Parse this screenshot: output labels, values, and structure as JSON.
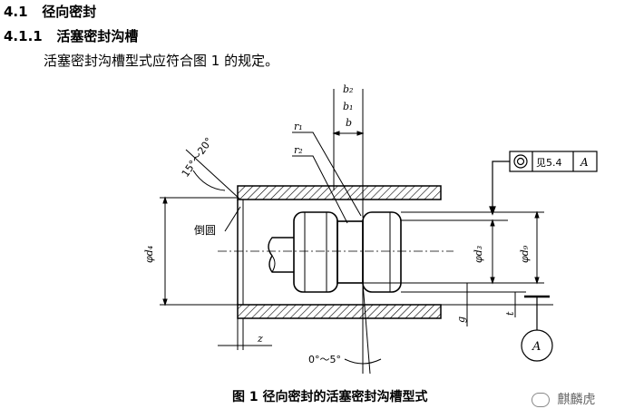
{
  "headings": {
    "h1_num": "4.1",
    "h1_title": "径向密封",
    "h2_num": "4.1.1",
    "h2_title": "活塞密封沟槽"
  },
  "paragraph": "活塞密封沟槽型式应符合图 1 的规定。",
  "figure": {
    "caption": "图 1  径向密封的活塞密封沟槽型式",
    "labels": {
      "b2": "b₂",
      "b1": "b₁",
      "b": "b",
      "r1": "r₁",
      "r2": "r₂",
      "angle_top": "15°～20°",
      "chamfer": "倒圆",
      "d4": "φd₄",
      "d3": "φd₃",
      "d9": "φd₉",
      "g": "g",
      "t": "t",
      "z": "z",
      "angle_bottom": "0°～5°",
      "tolerance_ref": "见5.4",
      "datum": "A",
      "datum_circle": "A"
    }
  },
  "watermark": "麒麟虎"
}
